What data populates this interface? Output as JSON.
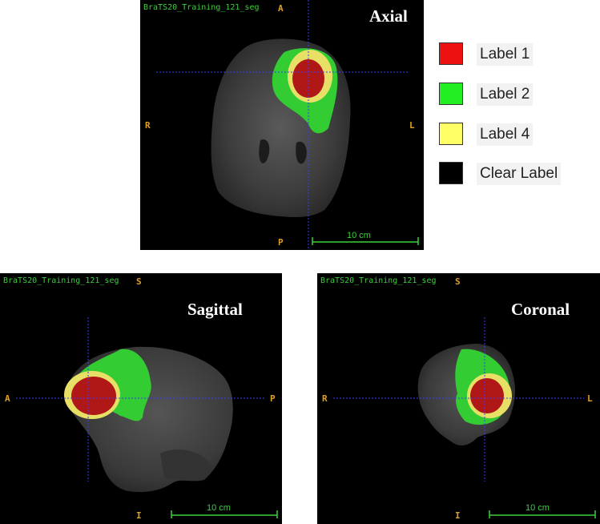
{
  "segmentation_name": "BraTS20_Training_121_seg",
  "scale_bar_label": "10 cm",
  "views": {
    "axial": {
      "title": "Axial",
      "orient_top": "A",
      "orient_bottom": "P",
      "orient_left": "R",
      "orient_right": "L"
    },
    "sagittal": {
      "title": "Sagittal",
      "orient_top": "S",
      "orient_bottom": "I",
      "orient_left": "A",
      "orient_right": "P"
    },
    "coronal": {
      "title": "Coronal",
      "orient_top": "S",
      "orient_bottom": "I",
      "orient_left": "R",
      "orient_right": "L"
    }
  },
  "legend": [
    {
      "label": "Label 1",
      "color": "#ee1111"
    },
    {
      "label": "Label 2",
      "color": "#22ee22"
    },
    {
      "label": "Label 4",
      "color": "#ffff66"
    },
    {
      "label": "Clear Label",
      "color": "#000000"
    }
  ],
  "colors": {
    "label1": "#b01818",
    "label2": "#33cc33",
    "label4": "#e8e066",
    "crosshair": "#3a3aff",
    "orientation": "#e0a020",
    "overlay_text": "#3ad13a"
  }
}
